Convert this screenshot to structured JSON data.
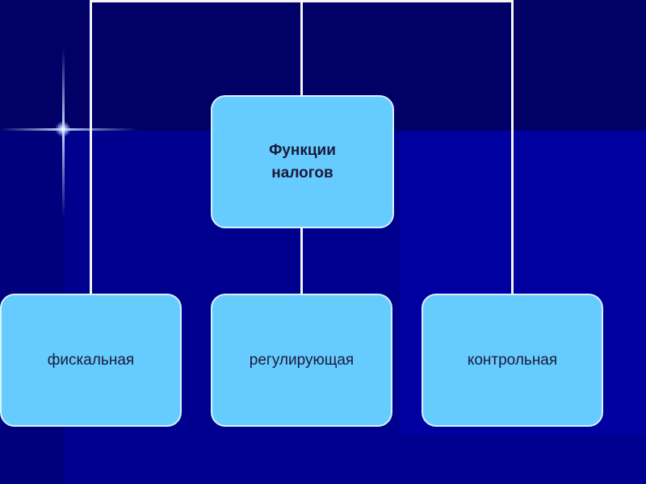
{
  "diagram": {
    "root": {
      "label": "Функции налогов"
    },
    "children": [
      {
        "label": "фискальная"
      },
      {
        "label": "регулирующая"
      },
      {
        "label": "контрольная"
      }
    ]
  },
  "colors": {
    "background": "#00006a",
    "box_fill": "#66ccff",
    "box_border": "#d8f1ff",
    "connector": "#f4f4f4"
  }
}
